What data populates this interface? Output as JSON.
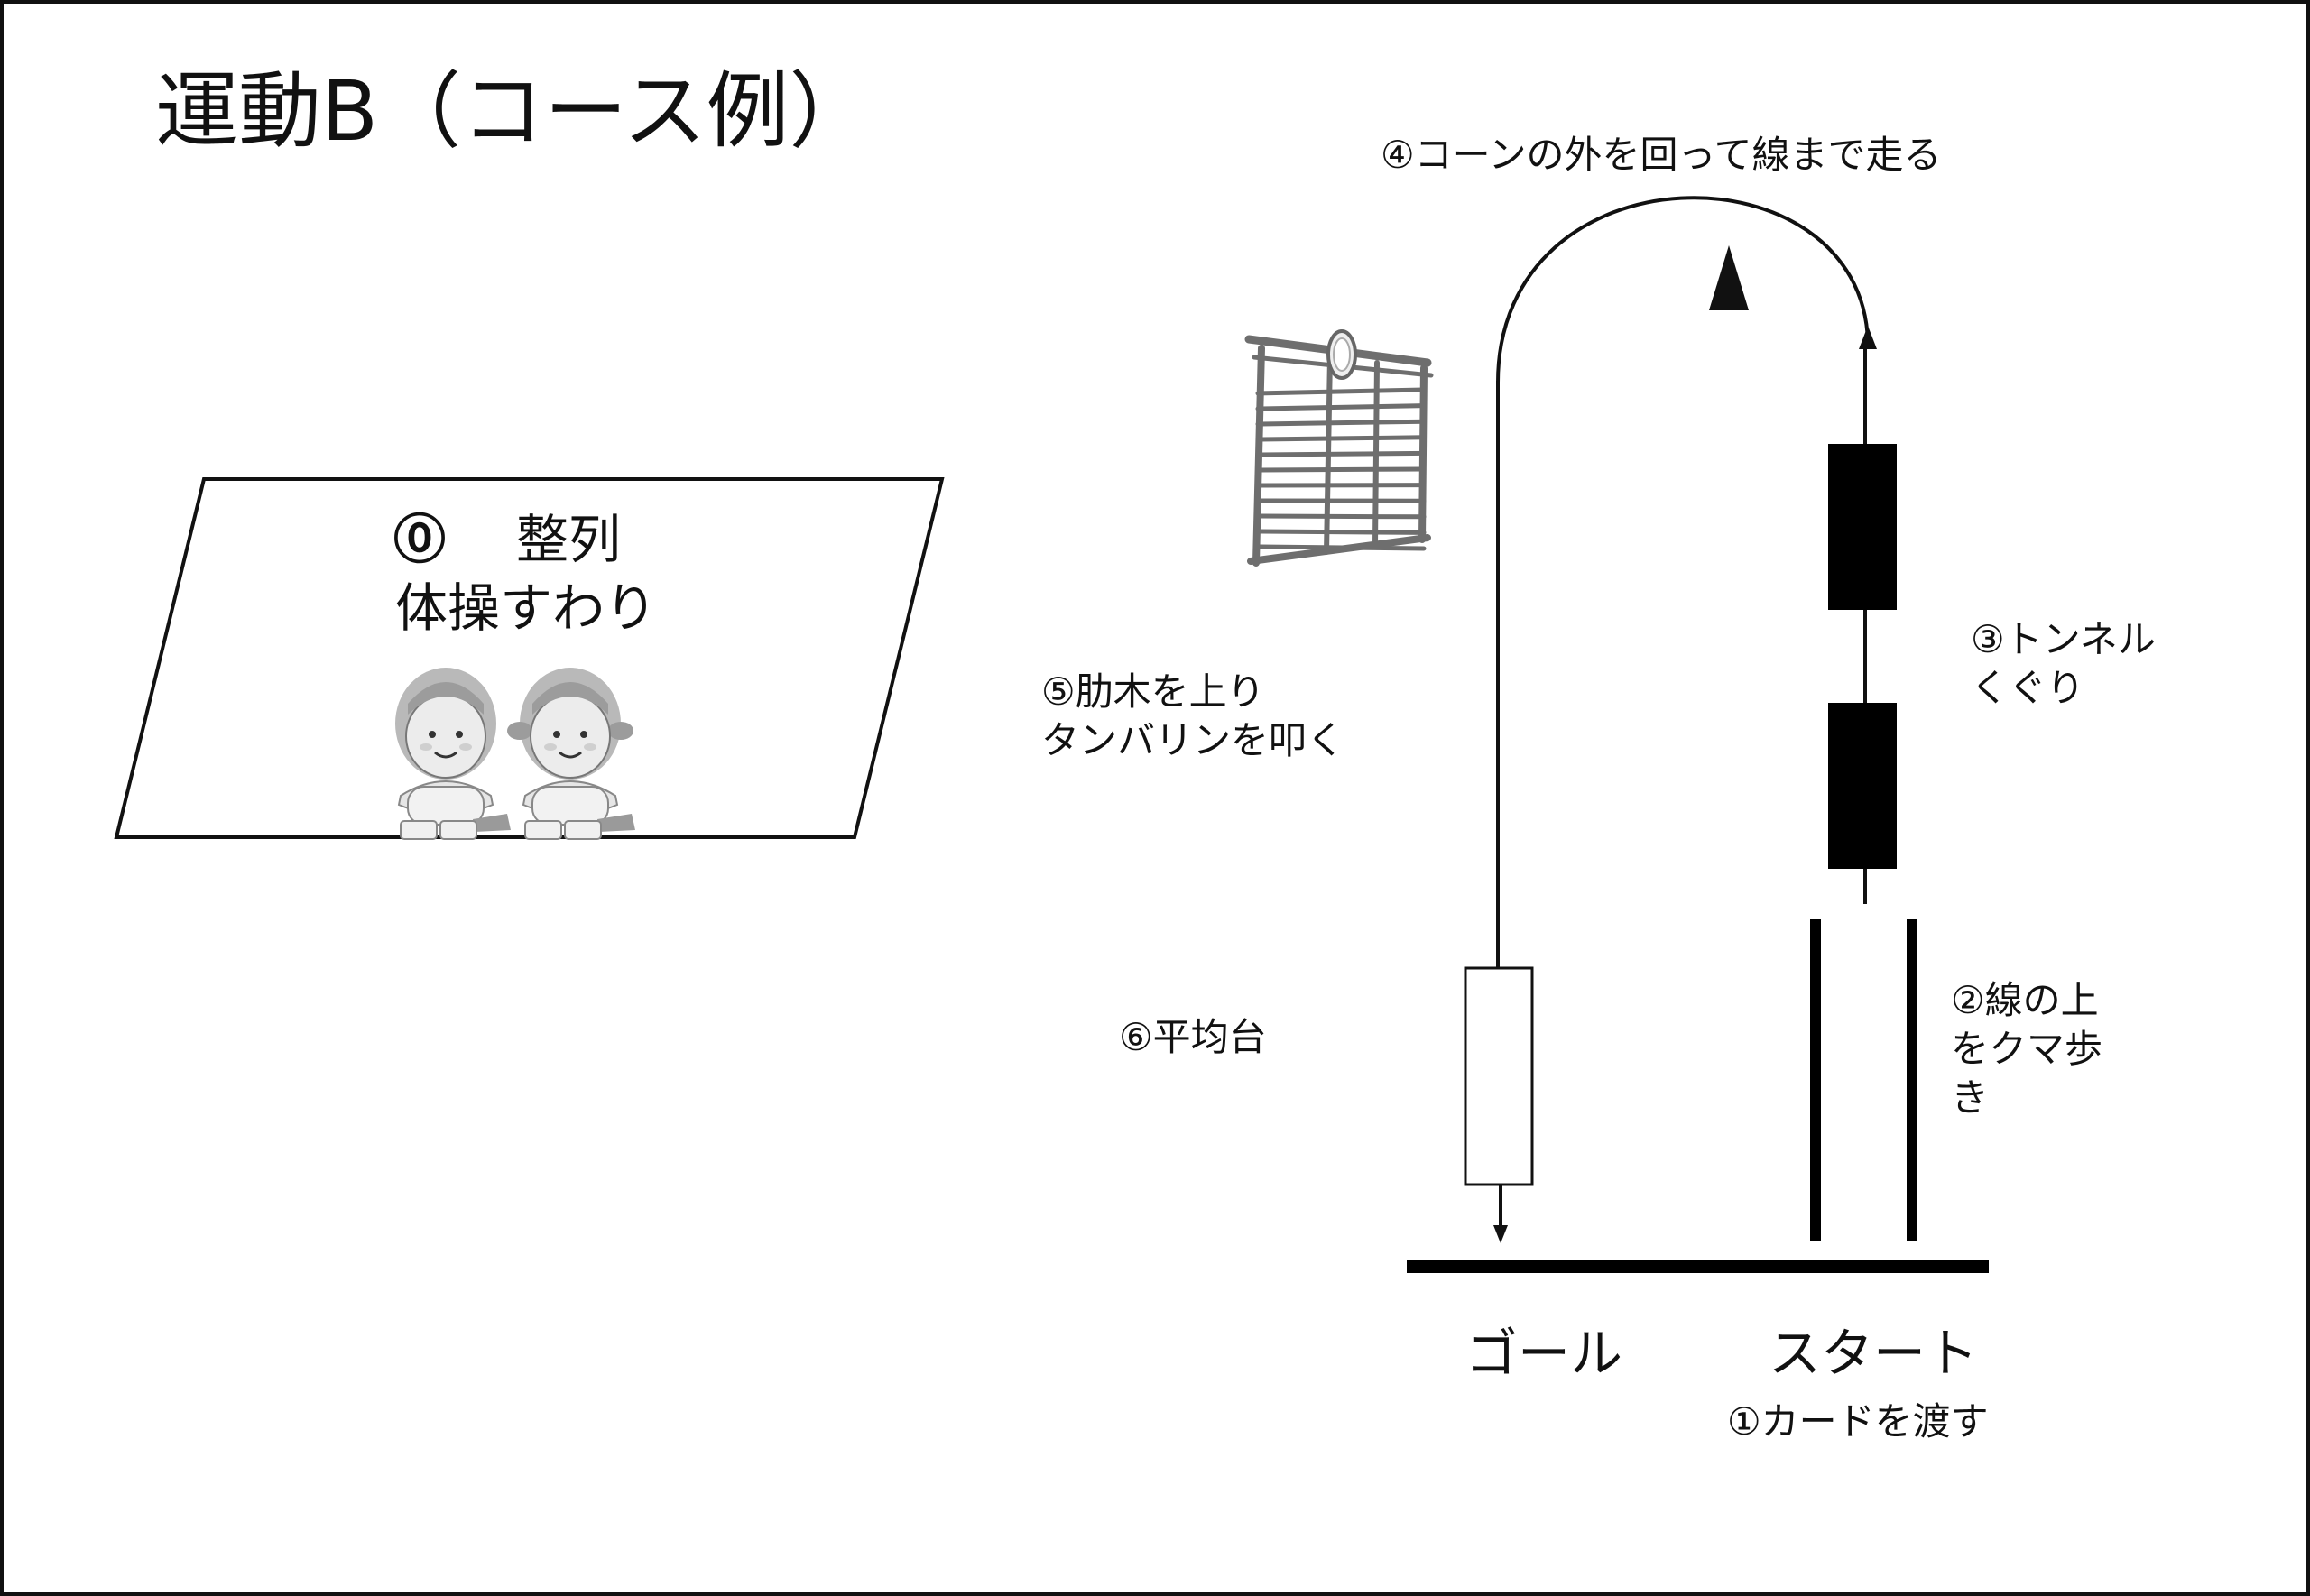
{
  "title": "運動B（コース例）",
  "formation": {
    "number": "⓪",
    "label": "整列",
    "posture": "体操すわり"
  },
  "steps": {
    "step1": "①カードを渡す",
    "step2": "②線の上\nをクマ歩\nき",
    "step3": "③トンネル\nくぐり",
    "step4": "④コーンの外を回って線まで走る",
    "step5": "⑤肋木を上り\nタンバリンを叩く",
    "step6": "⑥平均台"
  },
  "markers": {
    "goal": "ゴール",
    "start": "スタート"
  },
  "icons": [
    "children-sitting-icon",
    "wall-bars-icon",
    "tambourine-icon",
    "cone-icon",
    "tunnel-icon",
    "balance-beam-icon"
  ],
  "colors": {
    "line": "#111111",
    "wallbars": "#6e6e6e",
    "illustration_gray": "#d9d9d9"
  }
}
